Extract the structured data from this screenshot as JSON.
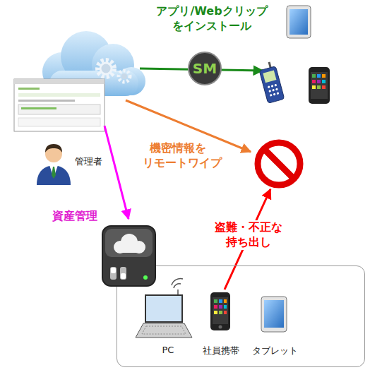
{
  "diagram": {
    "nodes": [
      {
        "text": [
          "SM"
        ]
      },
      {
        "text": [
          "PC",
          "社員携帯",
          "タブレット"
        ]
      }
    ],
    "labels": [
      "アプリ/Webクリップ をインストール",
      "機密情報を リモートワイプ",
      "管理者",
      "資産管理",
      "盗難・不正な 持ち出し"
    ]
  }
}
